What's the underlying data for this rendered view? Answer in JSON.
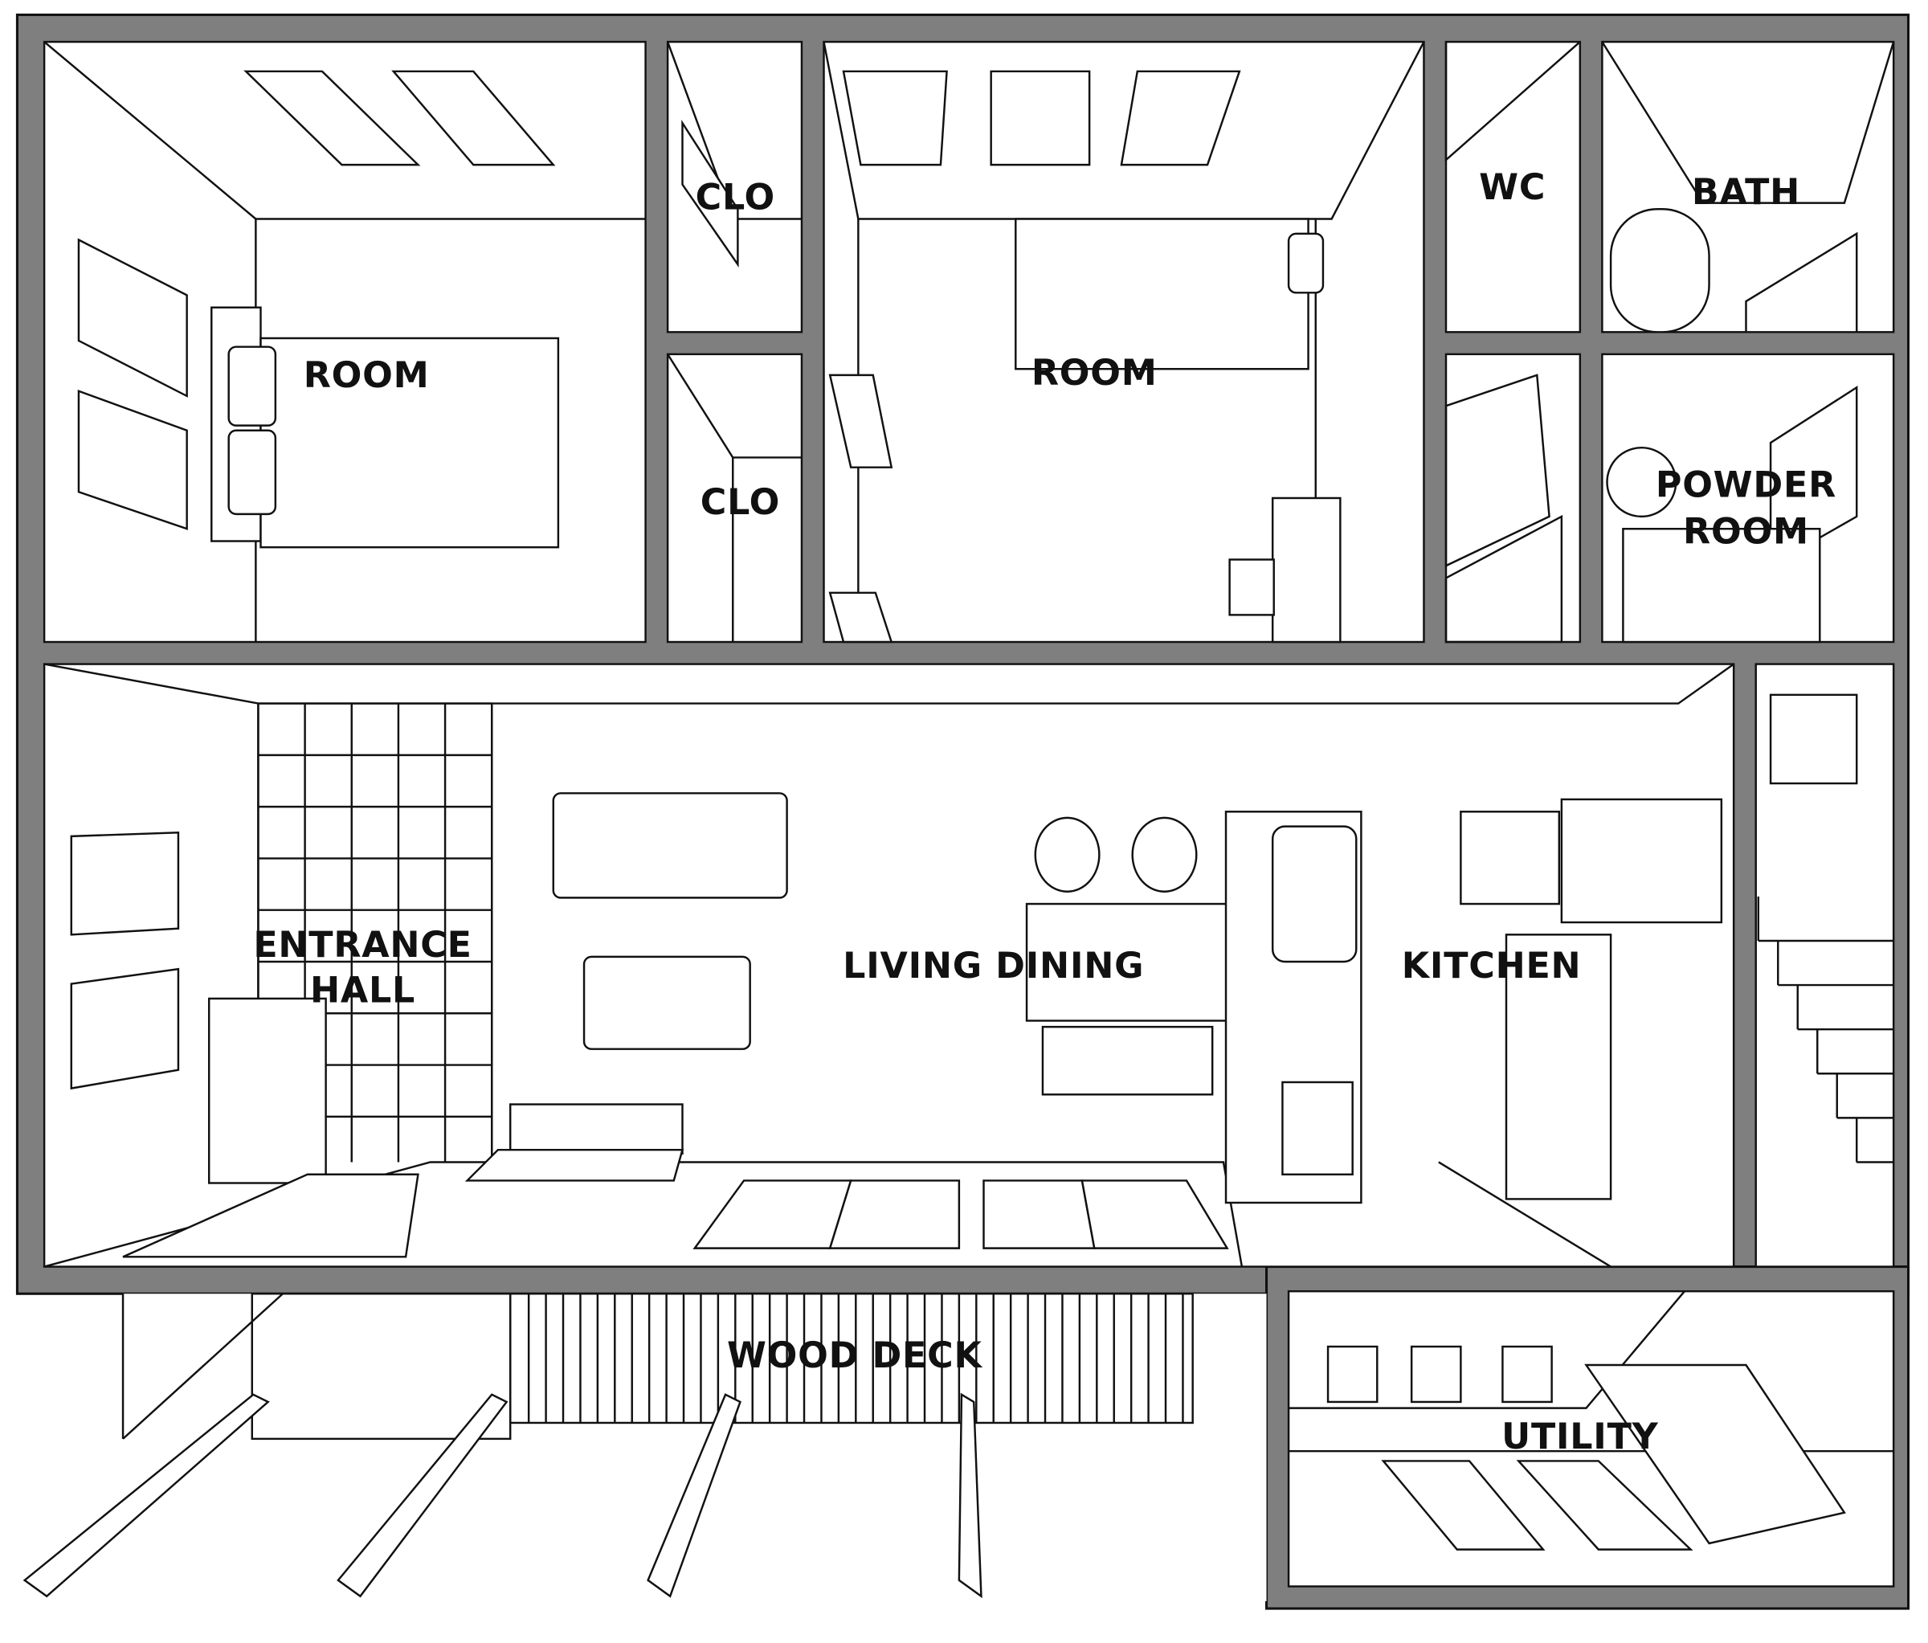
{
  "title": "Floor plan perspective",
  "colors": {
    "wall": "#7f7f7f",
    "line": "#111111",
    "floor": "#ffffff"
  },
  "rooms": {
    "room_left": "ROOM",
    "clo_top": "CLO",
    "clo_bottom": "CLO",
    "room_right": "ROOM",
    "wc": "WC",
    "bath": "BATH",
    "powder_1": "POWDER",
    "powder_2": "ROOM",
    "entrance_1": "ENTRANCE",
    "entrance_2": "HALL",
    "living": "LIVING DINING",
    "kitchen": "KITCHEN",
    "wood_deck": "WOOD DECK",
    "utility": "UTILITY"
  }
}
